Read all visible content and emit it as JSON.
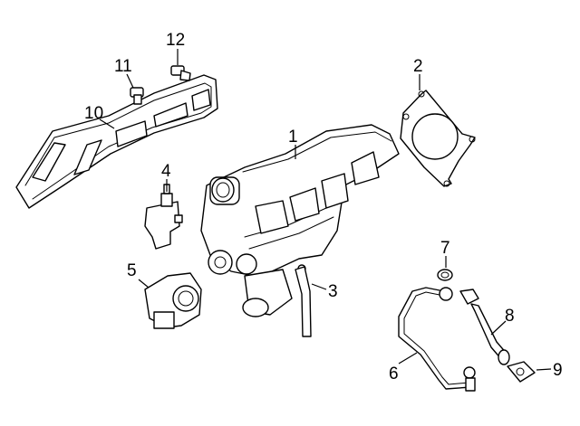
{
  "callouts": [
    {
      "id": "1",
      "part": "turbocharger-manifold"
    },
    {
      "id": "2",
      "part": "turbo-gasket"
    },
    {
      "id": "3",
      "part": "bracket-strap"
    },
    {
      "id": "4",
      "part": "boost-valve"
    },
    {
      "id": "5",
      "part": "recirculation-valve"
    },
    {
      "id": "6",
      "part": "oil-feed-line"
    },
    {
      "id": "7",
      "part": "seal-washer"
    },
    {
      "id": "8",
      "part": "oil-return-line"
    },
    {
      "id": "9",
      "part": "return-gasket"
    },
    {
      "id": "10",
      "part": "heat-shield"
    },
    {
      "id": "11",
      "part": "shield-bolt"
    },
    {
      "id": "12",
      "part": "shield-stud"
    }
  ]
}
